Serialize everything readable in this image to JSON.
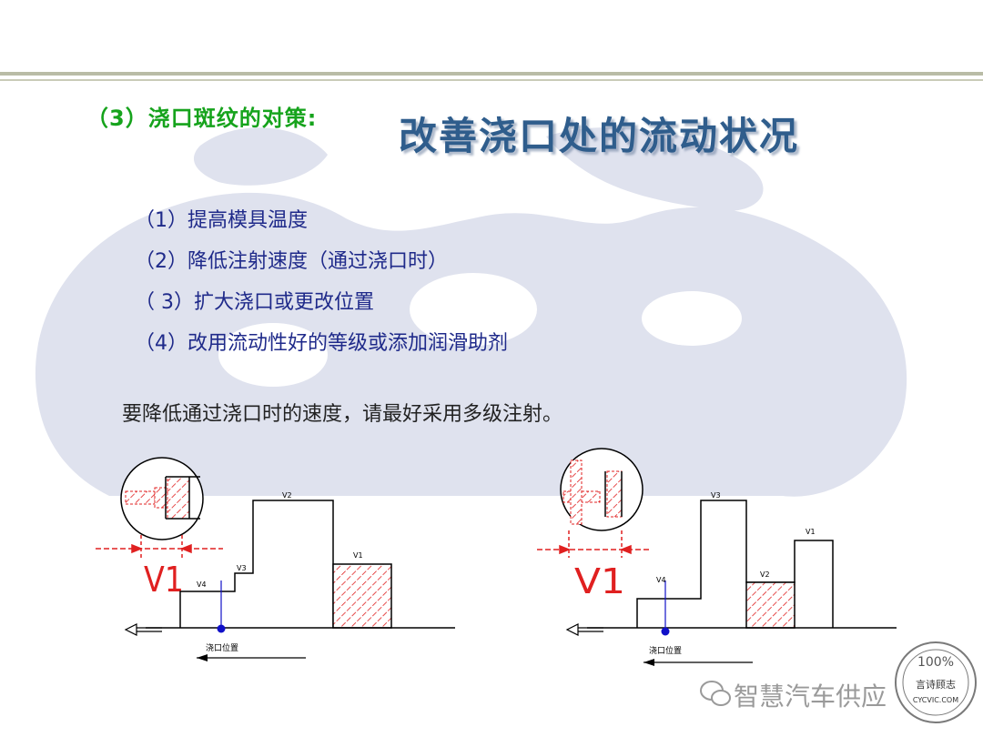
{
  "heading": "（3）浇口斑纹的对策:",
  "title": "改善浇口处的流动状况",
  "items": [
    "（1）提高模具温度",
    "（2）降低注射速度（通过浇口时）",
    "（ 3）扩大浇口或更改位置",
    "（4）改用流动性好的等级或添加润滑助剂"
  ],
  "note": "要降低通过浇口时的速度，请最好采用多级注射。",
  "diagram_left": {
    "v1_big": "V1",
    "labels": [
      "V4",
      "V3",
      "V2",
      "V1"
    ],
    "position_label": "浇口位置"
  },
  "diagram_right": {
    "v1_big": "V1",
    "labels": [
      "V4",
      "V3",
      "V2",
      "V1"
    ],
    "position_label": "浇口位置"
  },
  "watermark": {
    "text": "智慧汽车供应",
    "seal_top": "100%",
    "seal_mid": "言诗顾志",
    "seal_bottom": "CYCVIC.COM"
  },
  "colors": {
    "heading": "#16a31c",
    "title": "#2f5d8c",
    "items": "#1f2a8a",
    "hatch": "#e02020",
    "marker": "#1010c8"
  }
}
